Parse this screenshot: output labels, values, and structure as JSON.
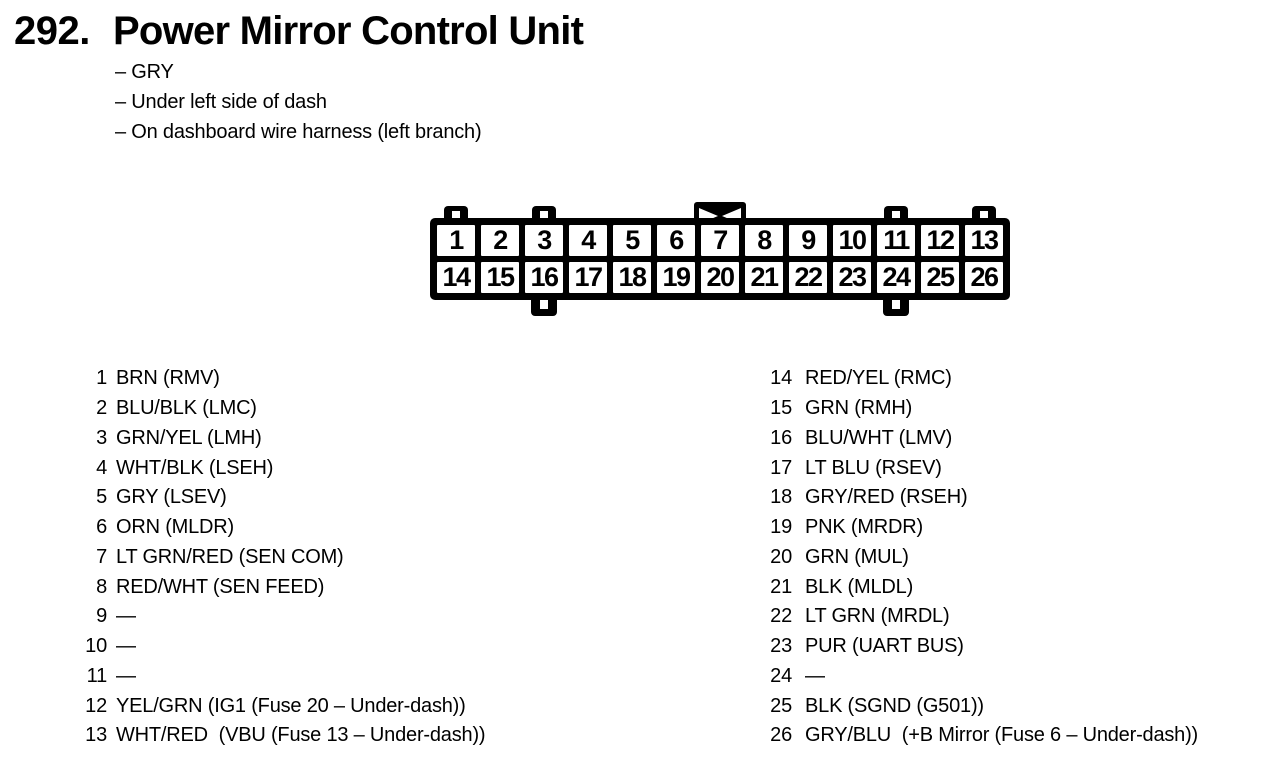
{
  "page": {
    "ink_color": "#000000",
    "paper_color": "#ffffff"
  },
  "header": {
    "number": "292.",
    "title": "Power Mirror Control Unit",
    "details": [
      "– GRY",
      "– Under left side of dash",
      "– On dashboard wire harness (left branch)"
    ]
  },
  "connector": {
    "key_tab_icon": "bowtie-x-icon",
    "top_row": [
      "1",
      "2",
      "3",
      "4",
      "5",
      "6",
      "7",
      "8",
      "9",
      "10",
      "11",
      "12",
      "13"
    ],
    "bottom_row": [
      "14",
      "15",
      "16",
      "17",
      "18",
      "19",
      "20",
      "21",
      "22",
      "23",
      "24",
      "25",
      "26"
    ]
  },
  "pins": {
    "left": [
      {
        "n": "1",
        "label": "BRN (RMV)"
      },
      {
        "n": "2",
        "label": "BLU/BLK (LMC)"
      },
      {
        "n": "3",
        "label": "GRN/YEL (LMH)"
      },
      {
        "n": "4",
        "label": "WHT/BLK (LSEH)"
      },
      {
        "n": "5",
        "label": "GRY (LSEV)"
      },
      {
        "n": "6",
        "label": "ORN (MLDR)"
      },
      {
        "n": "7",
        "label": "LT GRN/RED (SEN COM)"
      },
      {
        "n": "8",
        "label": "RED/WHT (SEN FEED)"
      },
      {
        "n": "9",
        "label": "—"
      },
      {
        "n": "10",
        "label": "—"
      },
      {
        "n": "11",
        "label": "—"
      },
      {
        "n": "12",
        "label": "YEL/GRN (IG1 (Fuse 20 – Under-dash))"
      },
      {
        "n": "13",
        "label": "WHT/RED  (VBU (Fuse 13 – Under-dash))"
      }
    ],
    "right": [
      {
        "n": "14",
        "label": "RED/YEL (RMC)"
      },
      {
        "n": "15",
        "label": "GRN (RMH)"
      },
      {
        "n": "16",
        "label": "BLU/WHT (LMV)"
      },
      {
        "n": "17",
        "label": "LT BLU (RSEV)"
      },
      {
        "n": "18",
        "label": "GRY/RED (RSEH)"
      },
      {
        "n": "19",
        "label": "PNK (MRDR)"
      },
      {
        "n": "20",
        "label": "GRN (MUL)"
      },
      {
        "n": "21",
        "label": "BLK (MLDL)"
      },
      {
        "n": "22",
        "label": "LT GRN (MRDL)"
      },
      {
        "n": "23",
        "label": "PUR (UART BUS)"
      },
      {
        "n": "24",
        "label": "—"
      },
      {
        "n": "25",
        "label": "BLK (SGND (G501))"
      },
      {
        "n": "26",
        "label": "GRY/BLU  (+B Mirror (Fuse 6 – Under-dash))"
      }
    ]
  }
}
